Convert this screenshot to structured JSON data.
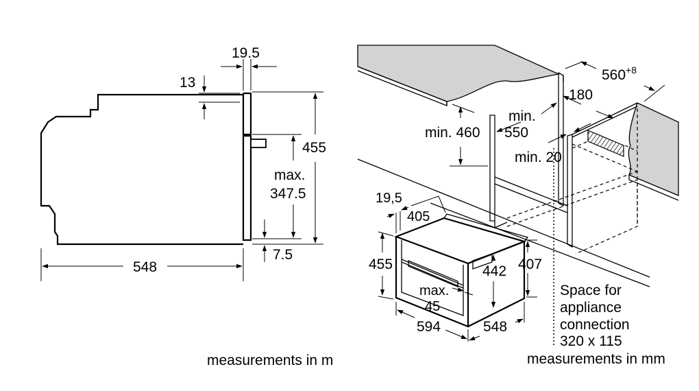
{
  "side_view": {
    "dim_19_5": "19.5",
    "dim_13": "13",
    "dim_455": "455",
    "dim_max_line1": "max.",
    "dim_max_line2": "347.5",
    "dim_7_5": "7.5",
    "dim_548": "548",
    "caption": "measurements in m"
  },
  "install_view": {
    "dim_560": "560",
    "dim_560_sup": "+8",
    "dim_180": "180",
    "dim_min_460": "min. 460",
    "dim_min_550_line1": "min.",
    "dim_min_550_line2": "550",
    "dim_min_20": "min. 20",
    "dim_19_5": "19,5",
    "dim_405": "405",
    "dim_455": "455",
    "dim_442": "442",
    "dim_407": "407",
    "dim_max45_line1": "max.",
    "dim_max45_line2": "45",
    "dim_594": "594",
    "dim_548": "548",
    "space_line1": "Space for",
    "space_line2": "appliance",
    "space_line3": "connection",
    "space_line4": "320 x 115",
    "caption": "measurements in mm"
  }
}
